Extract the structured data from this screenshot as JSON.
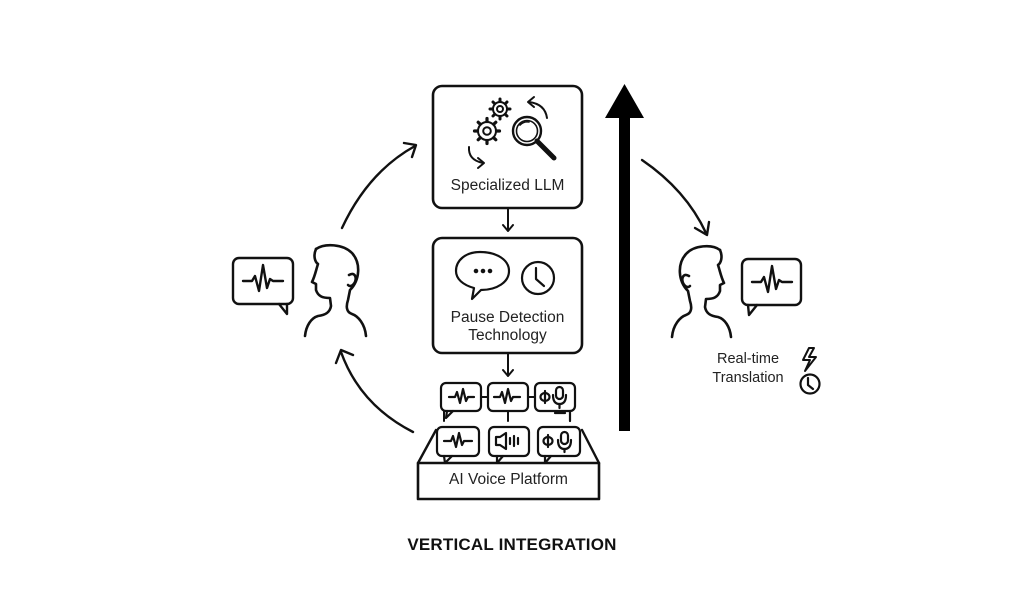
{
  "diagram": {
    "title": "VERTICAL INTEGRATION",
    "stack": [
      {
        "id": "llm",
        "label": "Specialized LLM",
        "icons": [
          "gears-icon",
          "magnifier-icon",
          "cycle-arrows-icon"
        ]
      },
      {
        "id": "pause",
        "label_line1": "Pause Detection",
        "label_line2": "Technology",
        "icons": [
          "speech-bubble-ellipsis-icon",
          "clock-icon"
        ]
      },
      {
        "id": "platform",
        "label": "AI Voice Platform",
        "icons": [
          "waveform-bubble-icon",
          "speaker-bubble-icon",
          "phi-mic-bubble-icon"
        ]
      }
    ],
    "left_speaker": {
      "role": "speaker",
      "icons": [
        "waveform-speech-bubble-icon",
        "person-icon"
      ]
    },
    "right_speaker": {
      "role": "listener",
      "icons": [
        "person-icon",
        "waveform-speech-bubble-icon"
      ]
    },
    "realtime": {
      "line1": "Real-time",
      "line2": "Translation",
      "icons": [
        "lightning-icon",
        "clock-icon"
      ]
    },
    "arrows": [
      "flow-arrow-up-left",
      "flow-arrow-down-left",
      "flow-arrow-down-right",
      "vertical-integration-arrow"
    ],
    "colors": {
      "stroke": "#111111",
      "background": "#ffffff"
    }
  }
}
